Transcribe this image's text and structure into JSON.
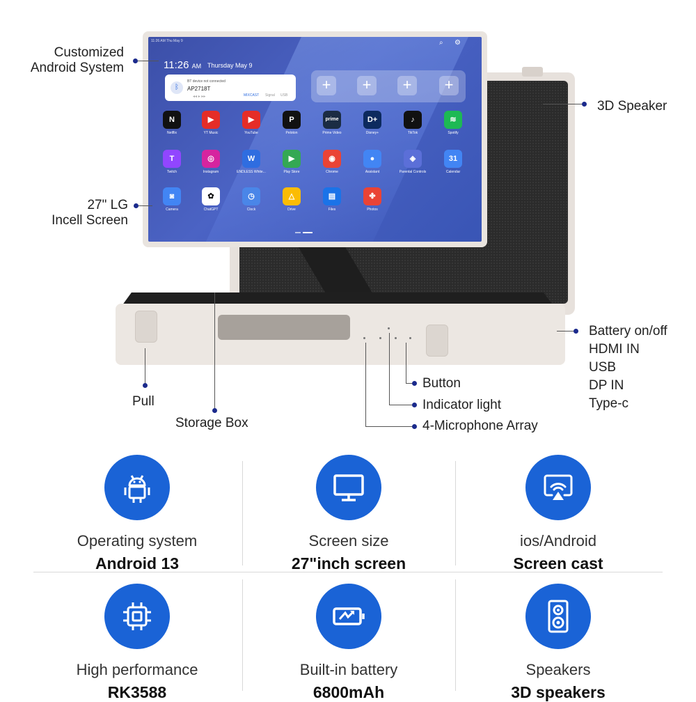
{
  "callouts": {
    "android": [
      "Customized",
      "Android System"
    ],
    "screen": [
      "27\" LG",
      "Incell Screen"
    ],
    "speaker": "3D Speaker",
    "ports": [
      "Battery on/off",
      "HDMI IN",
      "USB",
      "DP IN",
      "Type-c"
    ],
    "pull": "Pull",
    "storage": "Storage Box",
    "button": "Button",
    "indicator": "Indicator light",
    "mic": "4-Microphone Array"
  },
  "screen_ui": {
    "time": "11:26",
    "ampm": "AM",
    "date": "Thursday  May 9",
    "widget_status": "BT device not connected",
    "widget_device": "AP2718T",
    "widget_tabs": [
      "MIXCAST",
      "Signal",
      "USB"
    ],
    "apps": [
      {
        "name": "Netflix",
        "glyph": "N",
        "color": "#111111"
      },
      {
        "name": "YT Music",
        "glyph": "▶",
        "color": "#e52d27"
      },
      {
        "name": "YouTube",
        "glyph": "▶",
        "color": "#e52d27"
      },
      {
        "name": "Peloton",
        "glyph": "P",
        "color": "#111111"
      },
      {
        "name": "Prime Video",
        "glyph": "prime",
        "color": "#1b2c43"
      },
      {
        "name": "Disney+",
        "glyph": "D+",
        "color": "#0d2a5e"
      },
      {
        "name": "TikTok",
        "glyph": "♪",
        "color": "#111111"
      },
      {
        "name": "Spotify",
        "glyph": "≋",
        "color": "#1db954"
      },
      {
        "name": "Twitch",
        "glyph": "T",
        "color": "#9146ff"
      },
      {
        "name": "Instagram",
        "glyph": "◎",
        "color": "#d6249f"
      },
      {
        "name": "ENDLESS White...",
        "glyph": "W",
        "color": "#2f6de0"
      },
      {
        "name": "Play Store",
        "glyph": "▶",
        "color": "#34a853"
      },
      {
        "name": "Chrome",
        "glyph": "◉",
        "color": "#ea4335"
      },
      {
        "name": "Assistant",
        "glyph": "●",
        "color": "#4285f4"
      },
      {
        "name": "Parental Controls",
        "glyph": "◈",
        "color": "#5b6fd8"
      },
      {
        "name": "Calendar",
        "glyph": "31",
        "color": "#4285f4"
      },
      {
        "name": "Camera",
        "glyph": "◙",
        "color": "#4285f4"
      },
      {
        "name": "ChatGPT",
        "glyph": "✿",
        "color": "#ffffff"
      },
      {
        "name": "Clock",
        "glyph": "◷",
        "color": "#4a86e8"
      },
      {
        "name": "Drive",
        "glyph": "△",
        "color": "#fbbc04"
      },
      {
        "name": "Files",
        "glyph": "▤",
        "color": "#1a73e8"
      },
      {
        "name": "Photos",
        "glyph": "✤",
        "color": "#ea4335"
      }
    ]
  },
  "features": [
    {
      "caption": "Operating system",
      "value": "Android 13",
      "icon": "android-icon"
    },
    {
      "caption": "Screen size",
      "value": "27\"inch screen",
      "icon": "monitor-icon"
    },
    {
      "caption": "ios/Android",
      "value": "Screen cast",
      "icon": "cast-icon"
    },
    {
      "caption": "High performance",
      "value": "RK3588",
      "icon": "chip-icon"
    },
    {
      "caption": "Built-in battery",
      "value": "6800mAh",
      "icon": "battery-icon"
    },
    {
      "caption": "Speakers",
      "value": "3D speakers",
      "icon": "speaker-icon"
    }
  ],
  "colors": {
    "accent": "#1a63d6",
    "callout_dot": "#1b2a8c"
  }
}
